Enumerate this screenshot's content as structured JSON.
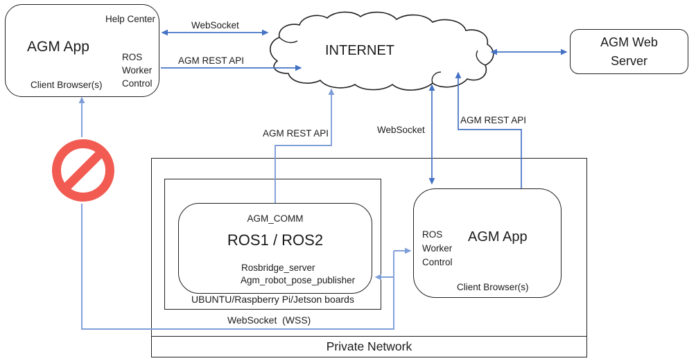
{
  "nodes": {
    "agm_app_left": {
      "title": "AGM App",
      "help_center": "Help Center",
      "ros_worker_control": "ROS\nWorker\nControl",
      "client_browsers": "Client Browser(s)"
    },
    "internet": {
      "label": "INTERNET"
    },
    "agm_web_server": {
      "label": "AGM Web\nServer"
    },
    "ros_box": {
      "top_label": "AGM_COMM",
      "title": "ROS1 / ROS2",
      "line1": "Rosbridge_server",
      "line2": "Agm_robot_pose_publisher"
    },
    "ubuntu_board": {
      "label": "UBUNTU/Raspberry Pi/Jetson boards"
    },
    "agm_app_right": {
      "title": "AGM App",
      "ros_worker_control": "ROS\nWorker\nControl",
      "client_browsers": "Client Browser(s)"
    },
    "private_network": {
      "label": "Private Network"
    }
  },
  "edges": {
    "websocket_top": {
      "label": "WebSocket"
    },
    "agm_rest_api_top": {
      "label": "AGM REST API"
    },
    "agm_rest_api_left": {
      "label": "AGM REST API"
    },
    "websocket_mid": {
      "label": "WebSocket"
    },
    "agm_rest_api_right": {
      "label": "AGM REST API"
    },
    "websocket_wss": {
      "label": "WebSocket  (WSS)"
    }
  },
  "icons": {
    "no_entry": "blocked-connection"
  },
  "colors": {
    "arrow": "#4472C4",
    "arrow_light": "#7F9ED8",
    "no_entry": "#F15B52",
    "box_stroke": "#1f1f1f"
  }
}
